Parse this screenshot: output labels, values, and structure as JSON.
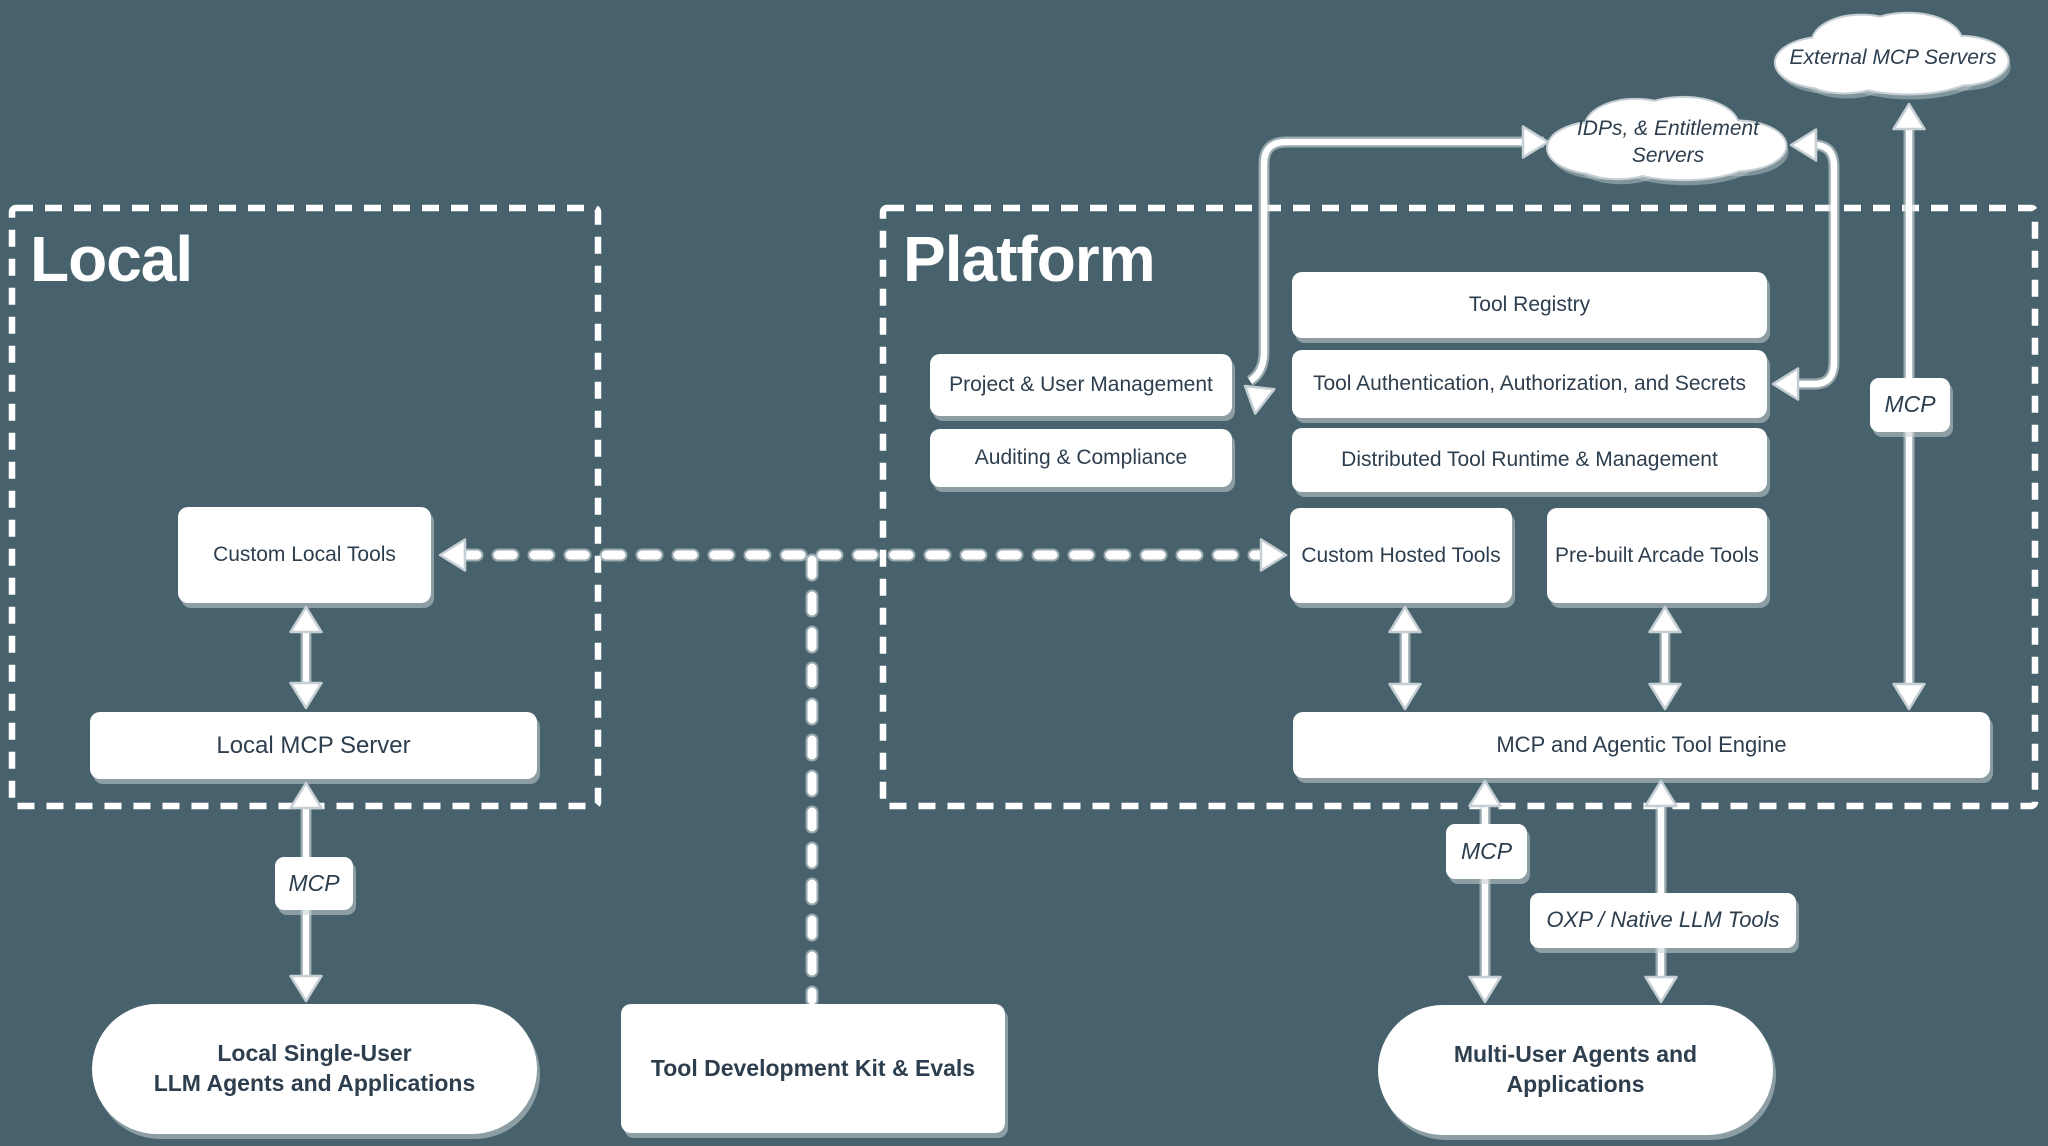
{
  "background": "#47626C",
  "ink": "#2D3E4E",
  "line_color": "#FFFFFF",
  "line_halo": "#C6CFD3",
  "titles": {
    "local": "Local",
    "platform": "Platform"
  },
  "clouds": {
    "external_mcp": {
      "label": "External MCP Servers"
    },
    "idps": {
      "line1": "IDPs, & Entitlement",
      "line2": "Servers"
    }
  },
  "platform": {
    "boxes": {
      "tool_registry": "Tool Registry",
      "tool_auth": "Tool Authentication, Authorization, and Secrets",
      "distributed_runtime": "Distributed Tool Runtime & Management",
      "project_user_mgmt": "Project & User Management",
      "auditing_compliance": "Auditing & Compliance",
      "custom_hosted_tools": "Custom Hosted Tools",
      "prebuilt_arcade_tools": "Pre-built Arcade Tools",
      "engine": "MCP and Agentic Tool Engine"
    }
  },
  "local": {
    "boxes": {
      "custom_local_tools": "Custom Local Tools",
      "local_mcp_server": "Local MCP Server"
    }
  },
  "protocol_labels": {
    "mcp_local": "MCP",
    "mcp_external": "MCP",
    "mcp_platform": "MCP",
    "oxp": "OXP / Native LLM Tools"
  },
  "bottom_row": {
    "local_pill": {
      "line1": "Local Single-User",
      "line2": "LLM Agents and Applications"
    },
    "tdk": "Tool Development Kit & Evals",
    "multi_pill": {
      "line1": "Multi-User Agents and",
      "line2": "Applications"
    }
  }
}
